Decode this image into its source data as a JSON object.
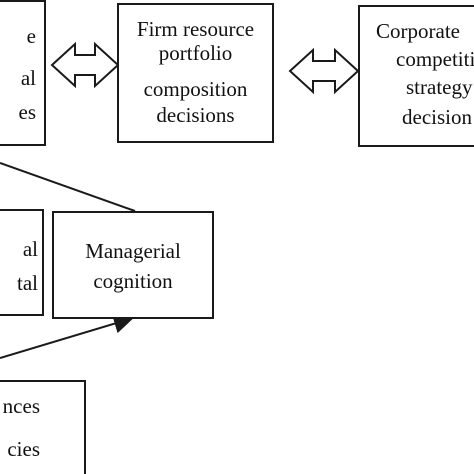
{
  "colors": {
    "stroke": "#1a1a1a",
    "text": "#111111",
    "background": "#ffffff"
  },
  "boxes": {
    "dynamic_capabilities": {
      "lines": [
        "e",
        "al",
        "es"
      ]
    },
    "firm_resource": {
      "lines": [
        "Firm resource",
        "portfolio",
        "composition",
        "decisions"
      ]
    },
    "corporate_strategy": {
      "lines": [
        "Corporate",
        "competiti",
        "strategy",
        "decision"
      ]
    },
    "managerial_capital": {
      "lines": [
        "al",
        "tal"
      ]
    },
    "managerial_cognition": {
      "lines": [
        "Managerial",
        "cognition"
      ]
    },
    "bottom": {
      "lines": [
        "nces",
        "cies"
      ]
    }
  },
  "connectors": [
    {
      "from": "dynamic_capabilities",
      "to": "firm_resource",
      "kind": "double-arrow-outline"
    },
    {
      "from": "firm_resource",
      "to": "corporate_strategy",
      "kind": "double-arrow-outline"
    },
    {
      "from": "dynamic_capabilities",
      "to": "managerial_cognition",
      "kind": "line"
    },
    {
      "from": "bottom",
      "to": "managerial_cognition",
      "kind": "arrow"
    }
  ]
}
